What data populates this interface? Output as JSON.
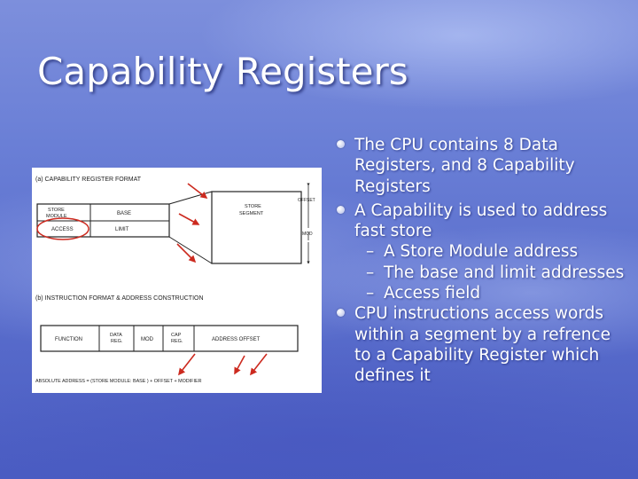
{
  "slide": {
    "title": "Capability Registers"
  },
  "bullets": [
    {
      "text": "The CPU contains 8 Data Registers, and 8 Capability Registers",
      "subitems": []
    },
    {
      "text": "A Capability is used to address fast store",
      "subitems": [
        "A Store Module address",
        "The base and limit addresses",
        "Access field"
      ]
    },
    {
      "text": "CPU instructions access words within a segment by a refrence to a Capability Register which defines it",
      "subitems": []
    }
  ],
  "sub_marker": "–",
  "diagram": {
    "heading_a": "(a) CAPABILITY  REGISTER  FORMAT",
    "store_module": "STORE MODULE",
    "base": "BASE",
    "access": "ACCESS",
    "limit": "LIMIT",
    "store_segment": "STORE SEGMENT",
    "offset_side": "OFFSET",
    "mod_side": "MOD",
    "heading_b": "(b) INSTRUCTION  FORMAT  &  ADDRESS  CONSTRUCTION",
    "function": "FUNCTION",
    "data_reg": "DATA REG.",
    "mod": "MOD",
    "cap_reg": "CAP REG.",
    "address_offset": "ADDRESS OFFSET",
    "absolute_address": "ABSOLUTE  ADDRESS  =  (STORE  MODULE: BASE )  +  OFFSET  +  MODIFIER"
  },
  "colors": {
    "annotation_red": "#cc2a1f",
    "diagram_ink": "#222222",
    "text": "#ffffff"
  }
}
